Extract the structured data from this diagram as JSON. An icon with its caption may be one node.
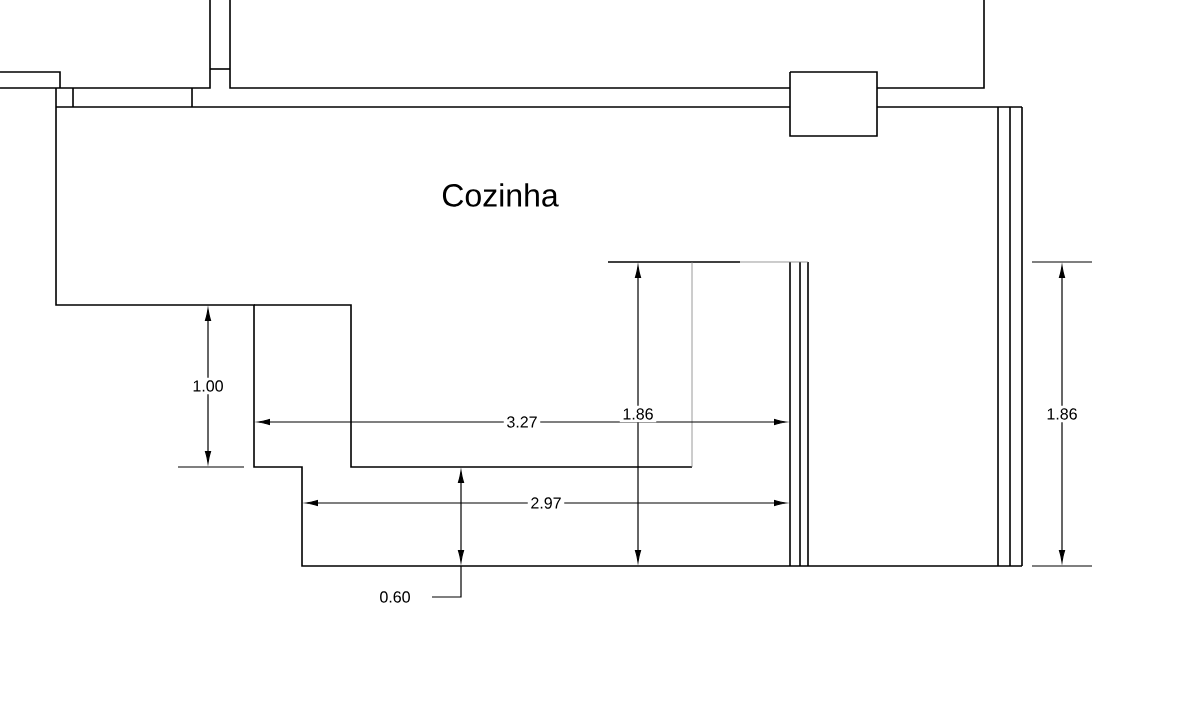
{
  "diagram": {
    "labels": [
      "Cozinha",
      "1.00",
      "3.27",
      "1.86",
      "1.86",
      "2.97",
      "0.60"
    ]
  }
}
